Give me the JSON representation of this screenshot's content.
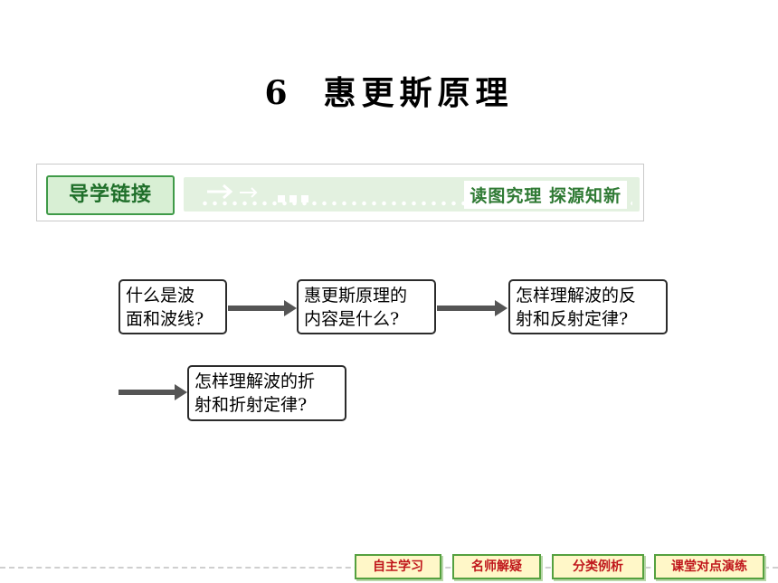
{
  "title": {
    "number": "6",
    "text": "惠更斯原理"
  },
  "banner": {
    "label": "导学链接",
    "caption": "读图究理  探源知新"
  },
  "questions": [
    {
      "line1": "什么是波",
      "line2": "面和波线?"
    },
    {
      "line1": "惠更斯原理的",
      "line2": "内容是什么?"
    },
    {
      "line1": "怎样理解波的反",
      "line2": "射和反射定律?"
    },
    {
      "line1": "怎样理解波的折",
      "line2": "射和折射定律?"
    }
  ],
  "footer_nav": [
    {
      "label": "自主学习"
    },
    {
      "label": "名师解疑"
    },
    {
      "label": "分类例析"
    },
    {
      "label": "课堂对点演练"
    }
  ],
  "colors": {
    "banner_green": "#3f9a48",
    "nav_text_red": "#c0161b",
    "nav_bg_yellow": "#fff7c8"
  }
}
